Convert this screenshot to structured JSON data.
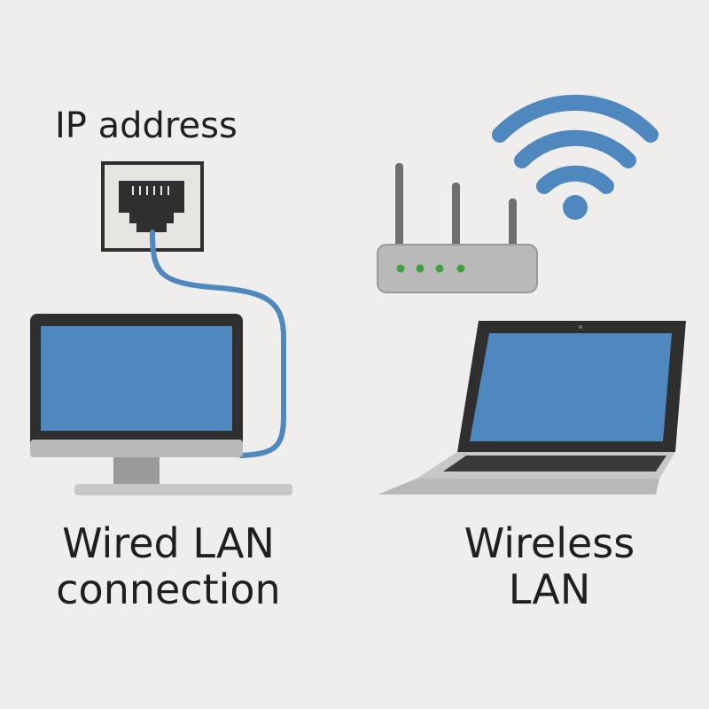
{
  "labels": {
    "ip_address": "IP address",
    "wired_line1": "Wired LAN",
    "wired_line2": "connection",
    "wireless_line1": "Wireless",
    "wireless_line2": "LAN"
  },
  "colors": {
    "background": "#efeeec",
    "screen_blue": "#4f88bf",
    "cable_blue": "#4f88bf",
    "wifi_blue": "#4f88bf",
    "device_dark": "#2f2f2f",
    "device_gray": "#b9b9b9",
    "router_leds": "#3fa03f"
  },
  "icons": {
    "ethernet_port": "ethernet-port-icon",
    "router": "router-icon",
    "wifi": "wifi-icon",
    "desktop": "desktop-monitor-icon",
    "laptop": "laptop-icon"
  }
}
